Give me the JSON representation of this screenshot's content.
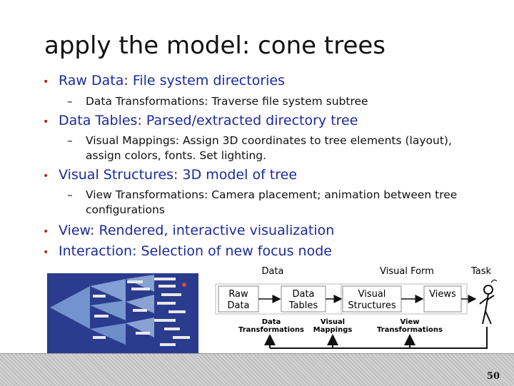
{
  "slide": {
    "title": "apply the model: cone trees",
    "page_number": "50"
  },
  "bullets": [
    {
      "text": "Raw Data: File system directories",
      "sub": [
        "Data Transformations: Traverse file system subtree"
      ]
    },
    {
      "text": "Data Tables: Parsed/extracted directory tree",
      "sub": [
        "Visual Mappings: Assign 3D coordinates to tree elements (layout), assign colors, fonts. Set lighting."
      ]
    },
    {
      "text": "Visual Structures: 3D model of tree",
      "sub": [
        "View Transformations: Camera placement; animation between tree configurations"
      ]
    },
    {
      "text": "View: Rendered, interactive visualization",
      "sub": []
    },
    {
      "text": "Interaction: Selection of new focus node",
      "sub": []
    }
  ],
  "diagram": {
    "header_data": "Data",
    "header_visual_form": "Visual Form",
    "header_task": "Task",
    "box_raw_line1": "Raw",
    "box_raw_line2": "Data",
    "box_tables_line1": "Data",
    "box_tables_line2": "Tables",
    "box_struct_line1": "Visual",
    "box_struct_line2": "Structures",
    "box_views": "Views",
    "label_dt_line1": "Data",
    "label_dt_line2": "Transformations",
    "label_vm_line1": "Visual",
    "label_vm_line2": "Mappings",
    "label_vt_line1": "View",
    "label_vt_line2": "Transformations",
    "colors": {
      "arrow": "#111111",
      "text_header": "#111111"
    }
  },
  "colors": {
    "bullet_text": "#1c2a9c",
    "bullet_marker": "#b81d1d",
    "sub_text": "#111111",
    "tree_background": "#283a8c"
  }
}
